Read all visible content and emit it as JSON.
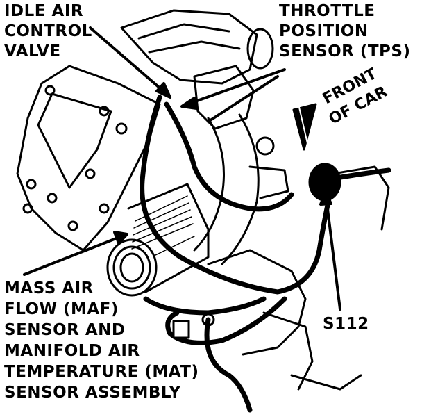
{
  "diagram": {
    "labels": {
      "iac": [
        "IDLE AIR",
        "CONTROL",
        "VALVE"
      ],
      "tps": [
        "THROTTLE",
        "POSITION",
        "SENSOR (TPS)"
      ],
      "front": [
        "FRONT",
        "OF CAR"
      ],
      "maf": [
        "MASS AIR",
        "FLOW (MAF)",
        "SENSOR AND",
        "MANIFOLD AIR",
        "TEMPERATURE (MAT)",
        "SENSOR ASSEMBLY"
      ],
      "splice": "S112"
    },
    "colors": {
      "ink": "#000000",
      "paper": "#ffffff"
    }
  }
}
